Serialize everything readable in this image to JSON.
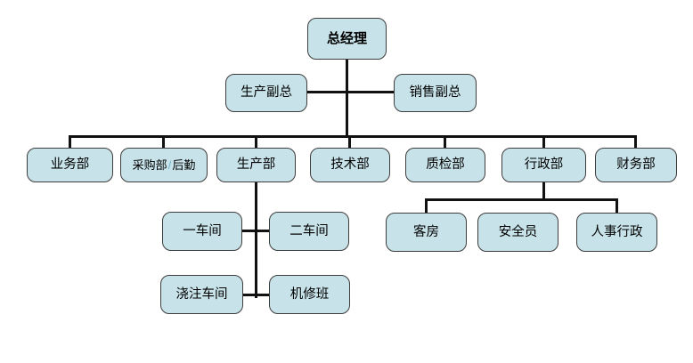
{
  "org": {
    "nodes": [
      {
        "id": "general-manager",
        "label": "总经理",
        "level": 1
      },
      {
        "id": "production-vp",
        "label": "生产副总",
        "level": 2
      },
      {
        "id": "sales-vp",
        "label": "销售副总",
        "level": 2
      },
      {
        "id": "business-dept",
        "label": "业务部",
        "level": 3
      },
      {
        "id": "purchasing-logistics-dept",
        "label": "采购部/后勤",
        "level": 3,
        "parts": {
          "before": "采购部",
          "slash": "/",
          "after": "后勤"
        }
      },
      {
        "id": "production-dept",
        "label": "生产部",
        "level": 3
      },
      {
        "id": "technology-dept",
        "label": "技术部",
        "level": 3
      },
      {
        "id": "quality-dept",
        "label": "质检部",
        "level": 3
      },
      {
        "id": "admin-dept",
        "label": "行政部",
        "level": 3
      },
      {
        "id": "finance-dept",
        "label": "财务部",
        "level": 3
      },
      {
        "id": "workshop-1",
        "label": "一车间",
        "level": 4,
        "parent": "production-dept"
      },
      {
        "id": "workshop-2",
        "label": "二车间",
        "level": 4,
        "parent": "production-dept"
      },
      {
        "id": "casting-workshop",
        "label": "浇注车间",
        "level": 5,
        "parent": "production-dept"
      },
      {
        "id": "machine-repair-team",
        "label": "机修班",
        "level": 5,
        "parent": "production-dept"
      },
      {
        "id": "housekeeping",
        "label": "客房",
        "level": 4,
        "parent": "admin-dept"
      },
      {
        "id": "safety-officer",
        "label": "安全员",
        "level": 4,
        "parent": "admin-dept"
      },
      {
        "id": "hr-admin",
        "label": "人事行政",
        "level": 4,
        "parent": "admin-dept"
      }
    ],
    "colors": {
      "node_fill": "#c7e2e8",
      "node_border": "#3d3d3d",
      "connector": "#111111",
      "slash": "#6fb3cb",
      "text": "#000000",
      "background": "#ffffff"
    }
  }
}
